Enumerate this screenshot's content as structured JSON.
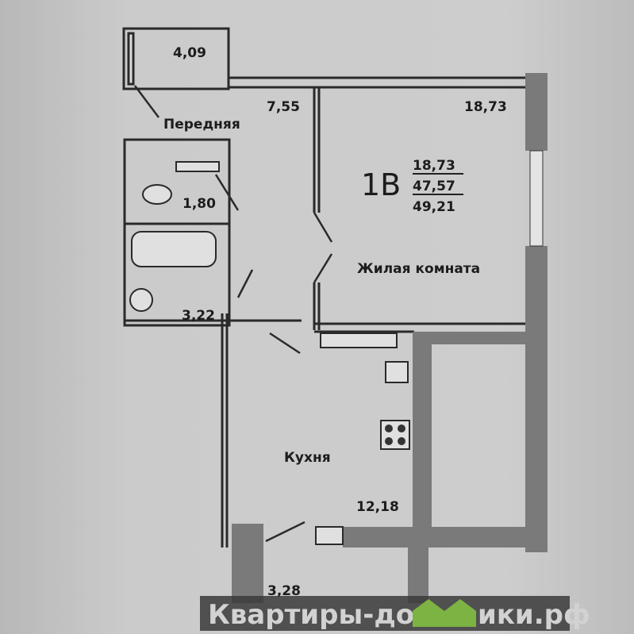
{
  "plan": {
    "apartment_type": "1В",
    "areas_fraction": [
      "18,73",
      "47,57",
      "49,21"
    ],
    "rooms": {
      "balcony_top_area": "4,09",
      "hallway_label": "Передняя",
      "hallway_area": "7,55",
      "living_area_corner": "18,73",
      "toilet_area": "1,80",
      "bathroom_area": "3,22",
      "living_label": "Жилая комната",
      "kitchen_label": "Кухня",
      "kitchen_area": "12,18",
      "loggia_area": "3,28"
    }
  },
  "watermark": {
    "text_left": "Квартиры-до",
    "text_right": "ики.рф",
    "logo_color": "#7cb342"
  }
}
